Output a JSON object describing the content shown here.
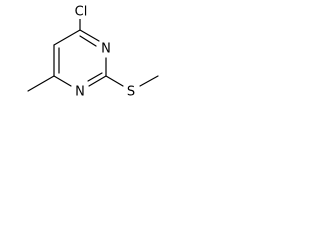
{
  "structure": {
    "atoms": {
      "chlorine": "Cl",
      "nitrogen_top": "N",
      "nitrogen_bottom": "N",
      "sulfur": "S"
    }
  },
  "colors": {
    "bond": "#000000",
    "label": "#000000",
    "background": "#ffffff"
  }
}
